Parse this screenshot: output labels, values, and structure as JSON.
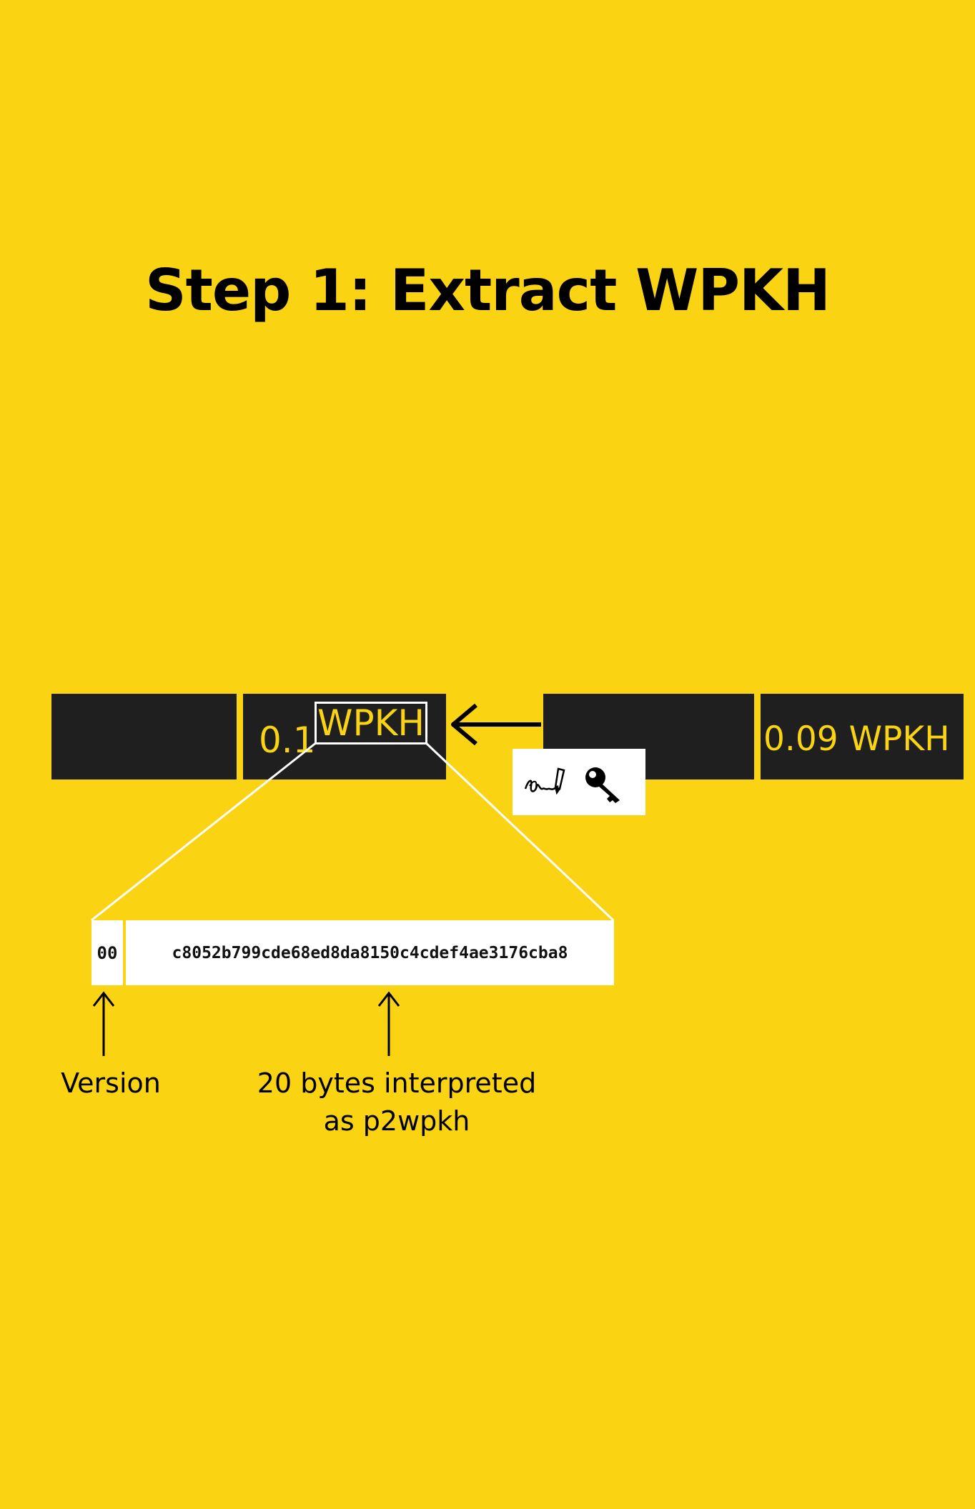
{
  "title": "Step 1: Extract WPKH",
  "left_output": {
    "amount": "0.1",
    "unit": "WPKH"
  },
  "right_output": {
    "amount_text": "0.09 WPKH"
  },
  "witness_icons": [
    "signature-icon",
    "key-icon"
  ],
  "hex": {
    "version": "00",
    "program": "c8052b799cde68ed8da8150c4cdef4ae3176cba8"
  },
  "labels": {
    "version": "Version",
    "program_line1": "20 bytes interpreted",
    "program_line2": "as p2wpkh"
  },
  "colors": {
    "background": "#FAD313",
    "block": "#1F1F1F",
    "accent_text": "#FAD313"
  }
}
